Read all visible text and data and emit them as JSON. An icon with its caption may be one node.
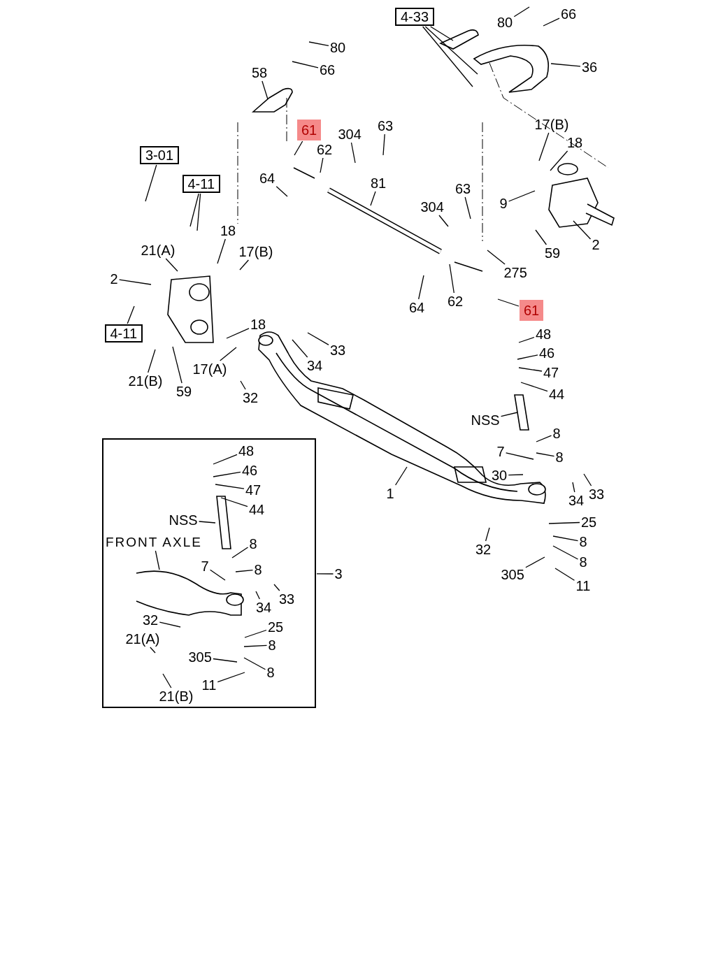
{
  "diagram": {
    "nodes": [
      {
        "text": [
          "4-33"
        ]
      },
      {
        "text": [
          "80"
        ]
      },
      {
        "text": [
          "66"
        ]
      },
      {
        "text": [
          "36"
        ]
      },
      {
        "text": [
          "80"
        ]
      },
      {
        "text": [
          "66"
        ]
      },
      {
        "text": [
          "58"
        ]
      },
      {
        "text": [
          "61"
        ]
      },
      {
        "text": [
          "304"
        ]
      },
      {
        "text": [
          "63"
        ]
      },
      {
        "text": [
          "62"
        ]
      },
      {
        "text": [
          "64"
        ]
      },
      {
        "text": [
          "81"
        ]
      },
      {
        "text": [
          "17(B)"
        ]
      },
      {
        "text": [
          "18"
        ]
      },
      {
        "text": [
          "9"
        ]
      },
      {
        "text": [
          "63"
        ]
      },
      {
        "text": [
          "304"
        ]
      },
      {
        "text": [
          "2"
        ]
      },
      {
        "text": [
          "59"
        ]
      },
      {
        "text": [
          "275"
        ]
      },
      {
        "text": [
          "64"
        ]
      },
      {
        "text": [
          "62"
        ]
      },
      {
        "text": [
          "61"
        ]
      },
      {
        "text": [
          "3-01"
        ]
      },
      {
        "text": [
          "4-11"
        ]
      },
      {
        "text": [
          "18"
        ]
      },
      {
        "text": [
          "17(B)"
        ]
      },
      {
        "text": [
          "21(A)"
        ]
      },
      {
        "text": [
          "2"
        ]
      },
      {
        "text": [
          "4-11"
        ]
      },
      {
        "text": [
          "21(B)"
        ]
      },
      {
        "text": [
          "59"
        ]
      },
      {
        "text": [
          "18"
        ]
      },
      {
        "text": [
          "17(A)"
        ]
      },
      {
        "text": [
          "33"
        ]
      },
      {
        "text": [
          "34"
        ]
      },
      {
        "text": [
          "32"
        ]
      },
      {
        "text": [
          "1"
        ]
      },
      {
        "text": [
          "48"
        ]
      },
      {
        "text": [
          "46"
        ]
      },
      {
        "text": [
          "47"
        ]
      },
      {
        "text": [
          "44"
        ]
      },
      {
        "text": [
          "NSS"
        ]
      },
      {
        "text": [
          "8"
        ]
      },
      {
        "text": [
          "7"
        ]
      },
      {
        "text": [
          "8"
        ]
      },
      {
        "text": [
          "30"
        ]
      },
      {
        "text": [
          "34"
        ]
      },
      {
        "text": [
          "33"
        ]
      },
      {
        "text": [
          "25"
        ]
      },
      {
        "text": [
          "32"
        ]
      },
      {
        "text": [
          "8"
        ]
      },
      {
        "text": [
          "8"
        ]
      },
      {
        "text": [
          "305"
        ]
      },
      {
        "text": [
          "11"
        ]
      },
      {
        "text": [],
        "shape": "box"
      },
      {
        "text": [
          "3"
        ]
      },
      {
        "text": [
          "48"
        ],
        "in": 56
      },
      {
        "text": [
          "46"
        ],
        "in": 56
      },
      {
        "text": [
          "47"
        ],
        "in": 56
      },
      {
        "text": [
          "44"
        ],
        "in": 56
      },
      {
        "text": [
          "NSS"
        ],
        "in": 56
      },
      {
        "text": [
          "FRONT AXLE"
        ],
        "in": 56
      },
      {
        "text": [
          "8"
        ],
        "in": 56
      },
      {
        "text": [
          "7"
        ],
        "in": 56
      },
      {
        "text": [
          "8"
        ],
        "in": 56
      },
      {
        "text": [
          "34"
        ],
        "in": 56
      },
      {
        "text": [
          "33"
        ],
        "in": 56
      },
      {
        "text": [
          "32"
        ],
        "in": 56
      },
      {
        "text": [
          "25"
        ],
        "in": 56
      },
      {
        "text": [
          "21(A)"
        ],
        "in": 56
      },
      {
        "text": [
          "305"
        ],
        "in": 56
      },
      {
        "text": [
          "8"
        ],
        "in": 56
      },
      {
        "text": [
          "8"
        ],
        "in": 56
      },
      {
        "text": [
          "11"
        ],
        "in": 56
      },
      {
        "text": [
          "21(B)"
        ],
        "in": 56
      }
    ],
    "edges": [
      {
        "from": 0,
        "to": null,
        "arrow": "none"
      },
      {
        "from": 0,
        "to": null,
        "arrow": "none"
      },
      {
        "from": 0,
        "to": null,
        "arrow": "none"
      },
      {
        "from": 1,
        "to": null,
        "arrow": "none"
      },
      {
        "from": 2,
        "to": null,
        "arrow": "none"
      },
      {
        "from": 3,
        "to": null,
        "arrow": "none"
      },
      {
        "from": 4,
        "to": null,
        "arrow": "none"
      },
      {
        "from": 5,
        "to": null,
        "arrow": "none"
      },
      {
        "from": 6,
        "to": null,
        "arrow": "none"
      },
      {
        "from": 7,
        "to": null,
        "arrow": "none"
      },
      {
        "from": 8,
        "to": null,
        "arrow": "none"
      },
      {
        "from": 9,
        "to": null,
        "arrow": "none"
      },
      {
        "from": 10,
        "to": null,
        "arrow": "none"
      },
      {
        "from": 11,
        "to": null,
        "arrow": "none"
      },
      {
        "from": 12,
        "to": null,
        "arrow": "none"
      },
      {
        "from": 13,
        "to": null,
        "arrow": "none"
      },
      {
        "from": 14,
        "to": null,
        "arrow": "none"
      },
      {
        "from": 15,
        "to": null,
        "arrow": "none"
      },
      {
        "from": 16,
        "to": null,
        "arrow": "none"
      },
      {
        "from": 17,
        "to": null,
        "arrow": "none"
      },
      {
        "from": 18,
        "to": null,
        "arrow": "none"
      },
      {
        "from": 19,
        "to": null,
        "arrow": "none"
      },
      {
        "from": 20,
        "to": null,
        "arrow": "none"
      },
      {
        "from": 21,
        "to": null,
        "arrow": "none"
      },
      {
        "from": 22,
        "to": null,
        "arrow": "none"
      },
      {
        "from": 23,
        "to": null,
        "arrow": "none"
      },
      {
        "from": 24,
        "to": null,
        "arrow": "none"
      },
      {
        "from": 25,
        "to": null,
        "arrow": "none"
      },
      {
        "from": 25,
        "to": null,
        "arrow": "none"
      },
      {
        "from": 26,
        "to": null,
        "arrow": "none"
      },
      {
        "from": 27,
        "to": null,
        "arrow": "none"
      },
      {
        "from": 28,
        "to": null,
        "arrow": "none"
      },
      {
        "from": 29,
        "to": null,
        "arrow": "none"
      },
      {
        "from": 30,
        "to": null,
        "arrow": "none"
      },
      {
        "from": 31,
        "to": null,
        "arrow": "none"
      },
      {
        "from": 32,
        "to": null,
        "arrow": "none"
      },
      {
        "from": 33,
        "to": null,
        "arrow": "none"
      },
      {
        "from": 34,
        "to": null,
        "arrow": "none"
      },
      {
        "from": 35,
        "to": null,
        "arrow": "none"
      },
      {
        "from": 36,
        "to": null,
        "arrow": "none"
      },
      {
        "from": 37,
        "to": null,
        "arrow": "none"
      },
      {
        "from": 38,
        "to": null,
        "arrow": "none"
      },
      {
        "from": 39,
        "to": null,
        "arrow": "none"
      },
      {
        "from": 40,
        "to": null,
        "arrow": "none"
      },
      {
        "from": 41,
        "to": null,
        "arrow": "none"
      },
      {
        "from": 42,
        "to": null,
        "arrow": "none"
      },
      {
        "from": 43,
        "to": null,
        "arrow": "none"
      },
      {
        "from": 44,
        "to": null,
        "arrow": "none"
      },
      {
        "from": 45,
        "to": null,
        "arrow": "none"
      },
      {
        "from": 46,
        "to": null,
        "arrow": "none"
      },
      {
        "from": 47,
        "to": null,
        "arrow": "none"
      },
      {
        "from": 48,
        "to": null,
        "arrow": "none"
      },
      {
        "from": 49,
        "to": null,
        "arrow": "none"
      },
      {
        "from": 50,
        "to": null,
        "arrow": "none"
      },
      {
        "from": 51,
        "to": null,
        "arrow": "none"
      },
      {
        "from": 52,
        "to": null,
        "arrow": "none"
      },
      {
        "from": 53,
        "to": null,
        "arrow": "none"
      },
      {
        "from": 54,
        "to": null,
        "arrow": "none"
      },
      {
        "from": 55,
        "to": null,
        "arrow": "none"
      },
      {
        "from": 57,
        "to": 56,
        "arrow": "none"
      },
      {
        "from": 58,
        "to": null,
        "arrow": "none"
      },
      {
        "from": 59,
        "to": null,
        "arrow": "none"
      },
      {
        "from": 60,
        "to": null,
        "arrow": "none"
      },
      {
        "from": 61,
        "to": null,
        "arrow": "none"
      },
      {
        "from": 62,
        "to": null,
        "arrow": "none"
      },
      {
        "from": 63,
        "to": null,
        "arrow": "none"
      },
      {
        "from": 64,
        "to": null,
        "arrow": "none"
      },
      {
        "from": 65,
        "to": null,
        "arrow": "none"
      },
      {
        "from": 66,
        "to": null,
        "arrow": "none"
      },
      {
        "from": 67,
        "to": null,
        "arrow": "none"
      },
      {
        "from": 68,
        "to": null,
        "arrow": "none"
      },
      {
        "from": 69,
        "to": null,
        "arrow": "none"
      },
      {
        "from": 70,
        "to": null,
        "arrow": "none"
      },
      {
        "from": 71,
        "to": null,
        "arrow": "none"
      },
      {
        "from": 72,
        "to": null,
        "arrow": "none"
      },
      {
        "from": 73,
        "to": null,
        "arrow": "none"
      },
      {
        "from": 74,
        "to": null,
        "arrow": "none"
      },
      {
        "from": 75,
        "to": null,
        "arrow": "none"
      },
      {
        "from": 76,
        "to": null,
        "arrow": "none"
      }
    ]
  }
}
